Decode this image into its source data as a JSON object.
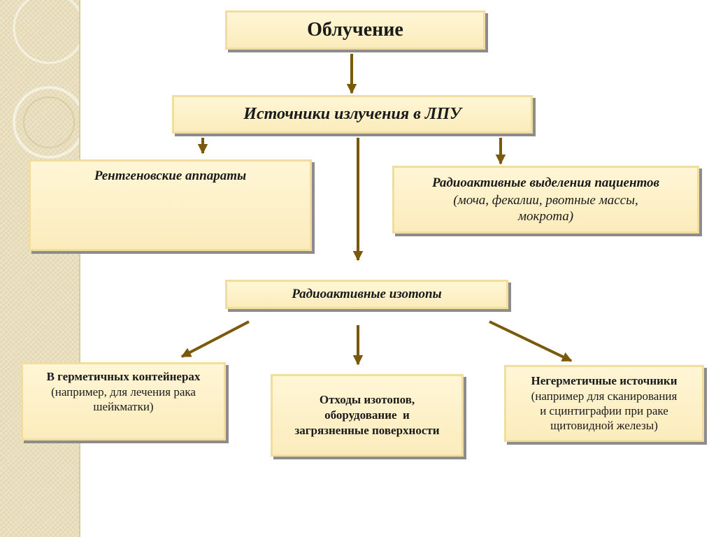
{
  "diagram": {
    "title": "Облучение",
    "sources": "Источники излучения в ЛПУ",
    "xray": "Рентгеновские аппараты",
    "excretions": {
      "title": "Радиоактивные выделения пациентов",
      "line1": "(моча, фекалии, рвотные массы,",
      "line2": "мокрота)"
    },
    "isotopes": "Радиоактивные изотопы",
    "sealed": {
      "title": "В герметичных контейнерах",
      "line1": "(например, для лечения рака",
      "line2": "шейкматки)"
    },
    "waste": {
      "line1": "Отходы изотопов,",
      "line2": "оборудование  и",
      "line3": "загрязненные поверхности"
    },
    "unsealed": {
      "title": "Негерметичные источники",
      "line1": "(например для сканирования",
      "line2": "и сцинтиграфии при раке",
      "line3": "щитовидной железы)"
    },
    "colors": {
      "box_fill": "#fbecbc",
      "box_border": "#f2dc9e",
      "arrow": "#7a5a0a",
      "side_band": "#e9dfbd"
    }
  }
}
